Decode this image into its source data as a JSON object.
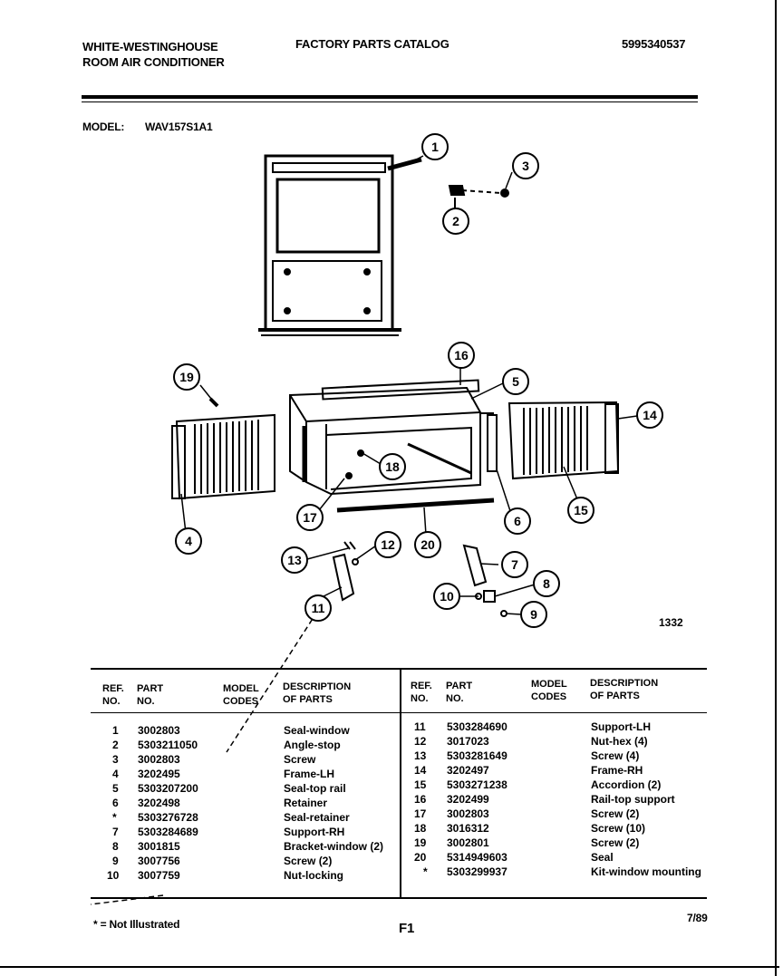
{
  "header": {
    "brand_line1": "WHITE-WESTINGHOUSE",
    "brand_line2": "ROOM AIR CONDITIONER",
    "catalog_title": "FACTORY PARTS CATALOG",
    "catalog_number": "5995340537",
    "model_label": "MODEL:",
    "model_value": "WAV157S1A1"
  },
  "diagram": {
    "figure_number": "1332",
    "callouts": [
      "1",
      "2",
      "3",
      "4",
      "5",
      "6",
      "7",
      "8",
      "9",
      "10",
      "11",
      "12",
      "13",
      "14",
      "15",
      "16",
      "17",
      "18",
      "19",
      "20"
    ]
  },
  "table": {
    "headers": {
      "ref_no": [
        "REF.",
        "NO."
      ],
      "part_no": [
        "PART",
        "NO."
      ],
      "model_codes": [
        "MODEL",
        "CODES"
      ],
      "description": [
        "DESCRIPTION",
        "OF PARTS"
      ]
    },
    "left_rows": [
      {
        "ref": "1",
        "part": "3002803",
        "desc": "Seal-window"
      },
      {
        "ref": "2",
        "part": "5303211050",
        "desc": "Angle-stop"
      },
      {
        "ref": "3",
        "part": "3002803",
        "desc": "Screw"
      },
      {
        "ref": "4",
        "part": "3202495",
        "desc": "Frame-LH"
      },
      {
        "ref": "5",
        "part": "5303207200",
        "desc": "Seal-top rail"
      },
      {
        "ref": "6",
        "part": "3202498",
        "desc": "Retainer"
      },
      {
        "ref": "*",
        "part": "5303276728",
        "desc": "Seal-retainer"
      },
      {
        "ref": "7",
        "part": "5303284689",
        "desc": "Support-RH"
      },
      {
        "ref": "8",
        "part": "3001815",
        "desc": "Bracket-window (2)"
      },
      {
        "ref": "9",
        "part": "3007756",
        "desc": "Screw (2)"
      },
      {
        "ref": "10",
        "part": "3007759",
        "desc": "Nut-locking"
      }
    ],
    "right_rows": [
      {
        "ref": "11",
        "part": "5303284690",
        "desc": "Support-LH"
      },
      {
        "ref": "12",
        "part": "3017023",
        "desc": "Nut-hex (4)"
      },
      {
        "ref": "13",
        "part": "5303281649",
        "desc": "Screw (4)"
      },
      {
        "ref": "14",
        "part": "3202497",
        "desc": "Frame-RH"
      },
      {
        "ref": "15",
        "part": "5303271238",
        "desc": "Accordion (2)"
      },
      {
        "ref": "16",
        "part": "3202499",
        "desc": "Rail-top support"
      },
      {
        "ref": "17",
        "part": "3002803",
        "desc": "Screw (2)"
      },
      {
        "ref": "18",
        "part": "3016312",
        "desc": "Screw (10)"
      },
      {
        "ref": "19",
        "part": "3002801",
        "desc": "Screw (2)"
      },
      {
        "ref": "20",
        "part": "5314949603",
        "desc": "Seal"
      },
      {
        "ref": "*",
        "part": "5303299937",
        "desc": "Kit-window mounting"
      }
    ]
  },
  "footer": {
    "note": "* = Not Illustrated",
    "page": "F1",
    "date": "7/89"
  }
}
